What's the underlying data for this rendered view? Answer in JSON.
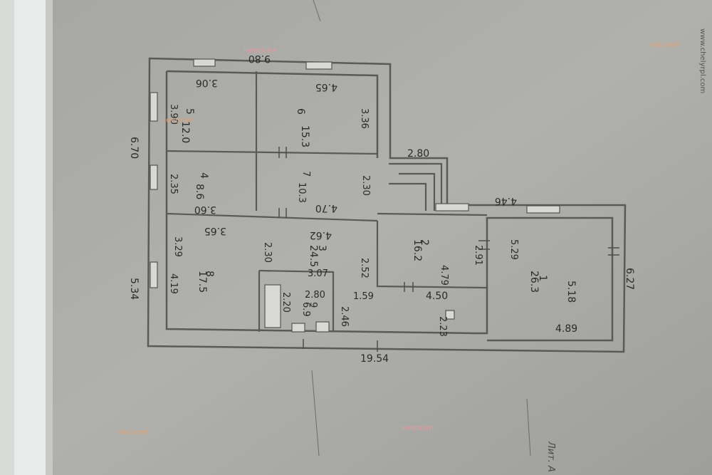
{
  "watermark": {
    "brand": "новосел",
    "site_vertical": "www.chelyrpl.com"
  },
  "dimensions": {
    "top_total": "9.80",
    "bottom_total": "19.54",
    "left_total": "6.70",
    "left_lower": "5.34",
    "right_side": "6.27",
    "right_top": "4.46",
    "corridor_top": "2.80"
  },
  "rooms": [
    {
      "num": "5",
      "area": "12.0",
      "dim_a": "3.06",
      "dim_b": "3.90"
    },
    {
      "num": "6",
      "area": "15.3",
      "dim_a": "4.65",
      "dim_b": "3.36"
    },
    {
      "num": "4",
      "area": "8.6",
      "dim_a": "3.60",
      "dim_b": "2.35"
    },
    {
      "num": "7",
      "area": "10.3",
      "dim_a": "4.70",
      "dim_b": "2.30"
    },
    {
      "num": "8",
      "area": "17.5",
      "dim_a": "3.65",
      "dim_b": "4.19"
    },
    {
      "num": "3",
      "area": "24.5",
      "dim_a": "4.62",
      "dim_b": "2.30"
    },
    {
      "num": "2",
      "area": "16.2",
      "dim_a": "4.79",
      "dim_b": "2.91"
    },
    {
      "num": "9",
      "area": "6.9",
      "dim_a": "2.80",
      "dim_b": "2.20"
    },
    {
      "num": "1",
      "area": "26.3",
      "dim_a": "4.89",
      "dim_b": "5.18"
    }
  ],
  "misc_labels": [
    "4.50",
    "2.23",
    "3.07",
    "1.59",
    "2.46",
    "2.52",
    "5.29",
    "3.29"
  ],
  "handwritten_note": "Лит. А"
}
